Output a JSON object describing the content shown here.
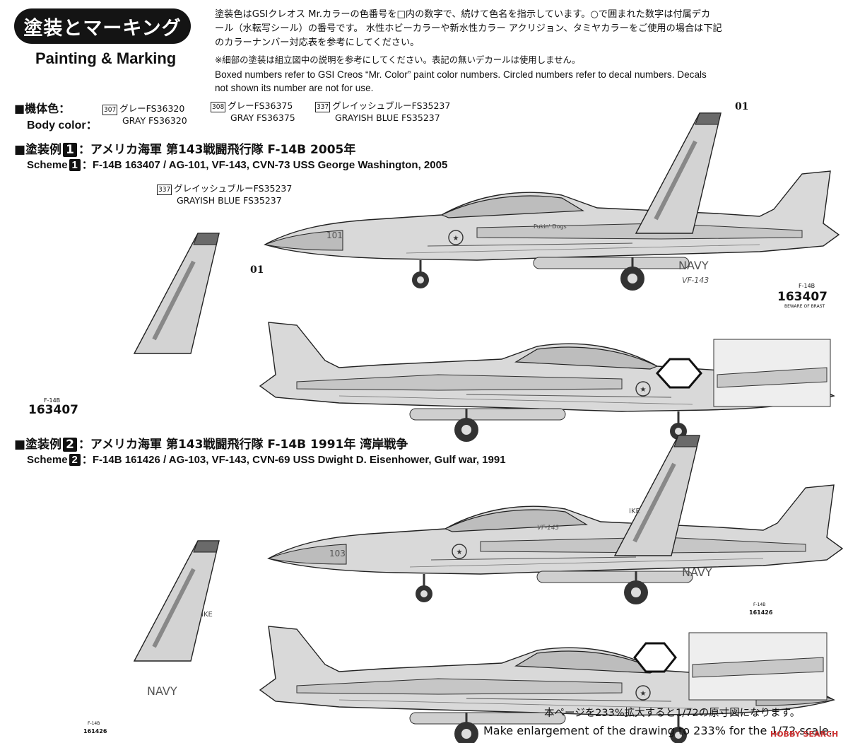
{
  "header": {
    "title_jp": "塗装とマーキング",
    "title_en": "Painting & Marking",
    "intro_jp_line1": "塗装色はGSIクレオス Mr.カラーの色番号を□内の数字で、続けて色名を指示しています。○で囲まれた数字は付属デカ",
    "intro_jp_line2": "ール（水転写シール）の番号です。 水性ホビーカラーや新水性カラー アクリジョン、タミヤカラーをご使用の場合は下記",
    "intro_jp_line3": "のカラーナンバー対応表を参考にしてください。",
    "intro_jp_note": "※細部の塗装は組立図中の説明を参考にしてください。表記の無いデカールは使用しません。",
    "intro_en_line1": "Boxed numbers refer to GSI Creos “Mr. Color” paint color numbers. Circled numbers refer to decal numbers. Decals",
    "intro_en_line2": "not shown its number are not for use."
  },
  "body_color": {
    "label_jp": "■機体色：",
    "label_en": "Body color：",
    "colors": [
      {
        "num": "307",
        "jp": "グレーFS36320",
        "en": "GRAY FS36320"
      },
      {
        "num": "308",
        "jp": "グレーFS36375",
        "en": "GRAY FS36375"
      },
      {
        "num": "337",
        "jp": "グレイッシュブルーFS35237",
        "en": "GRAYISH BLUE FS35237"
      }
    ]
  },
  "scheme1": {
    "num": "1",
    "jp_prefix": "■塗装例",
    "jp_text": "：アメリカ海軍 第143戦闘飛行隊 F-14B 2005年",
    "en_prefix": "Scheme",
    "en_text": "：F-14B 163407 / AG-101, VF-143, CVN-73 USS George Washington, 2005",
    "callout_num": "337",
    "callout_jp": "グレイッシュブルーFS35237",
    "callout_en": "GRAYISH BLUE FS35237",
    "serial": "163407",
    "type": "F-14B",
    "navy": "NAVY",
    "sqn": "VF-143",
    "modex": "101",
    "fin_code": "01",
    "beware": "BEWARE OF BRAST",
    "pukin": "Pukin' Dogs"
  },
  "scheme2": {
    "num": "2",
    "jp_prefix": "■塗装例",
    "jp_text": "：アメリカ海軍 第143戦闘飛行隊 F-14B 1991年 湾岸戦争",
    "en_prefix": "Scheme",
    "en_text": "：F-14B 161426 / AG-103, VF-143, CVN-69 USS Dwight D. Eisenhower, Gulf war, 1991",
    "serial": "161426",
    "type": "F-14B",
    "navy": "NAVY",
    "modex": "103",
    "ike": "IKE",
    "sqn": "VF-143"
  },
  "footer": {
    "jp": "本ページを233%拡大すると1/72の原寸図になります。",
    "en": "Make enlargement of the drawing to 233% for the 1/72 scale.",
    "watermark": "HOBBY SEARCH"
  }
}
